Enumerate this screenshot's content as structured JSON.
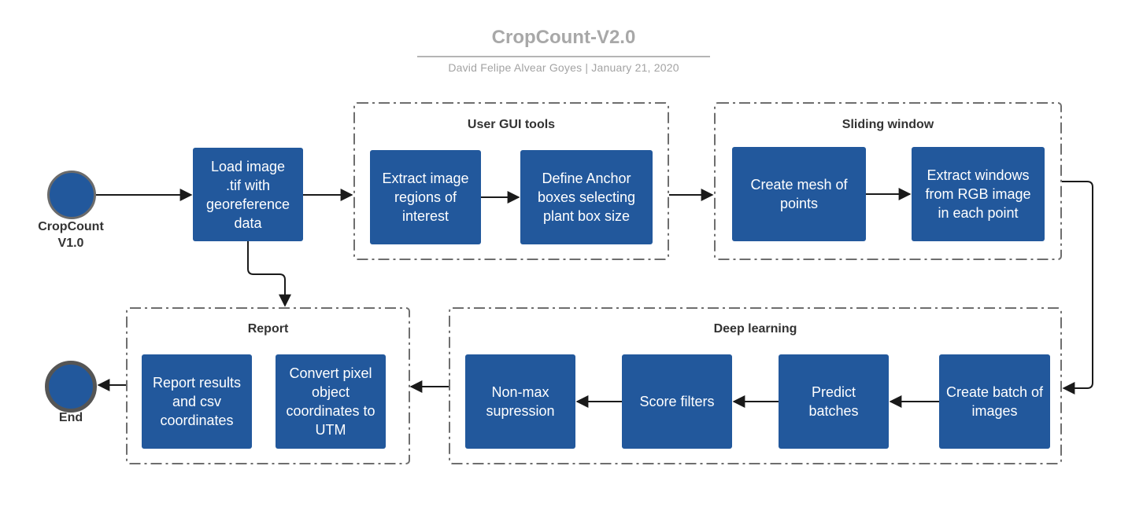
{
  "header": {
    "title": "CropCount-V2.0",
    "subtitle": "David Felipe Alvear Goyes  |  January 21, 2020"
  },
  "nodes": {
    "start_label": "CropCount\nV1.0",
    "end_label": "End"
  },
  "steps": {
    "load_image": "Load image\n.tif with\ngeoreference\ndata",
    "extract_regions": "Extract image\nregions of\ninterest",
    "define_anchors": "Define Anchor\nboxes selecting\nplant box size",
    "create_mesh": "Create mesh of\npoints",
    "extract_windows": "Extract windows\nfrom RGB image\nin each point",
    "create_batch": "Create batch of\nimages",
    "predict_batches": "Predict\nbatches",
    "score_filters": "Score filters",
    "non_max": "Non-max\nsupression",
    "convert_coords": "Convert pixel\nobject\ncoordinates to\nUTM",
    "report_results": "Report results\nand csv\ncoordinates"
  },
  "groups": {
    "user_gui": "User GUI tools",
    "sliding_window": "Sliding window",
    "deep_learning": "Deep learning",
    "report": "Report"
  },
  "colors": {
    "box_fill": "#22589c",
    "connector": "#1a1a1a",
    "group_border": "#6e6e6e",
    "title_text": "#a8a8a8"
  }
}
